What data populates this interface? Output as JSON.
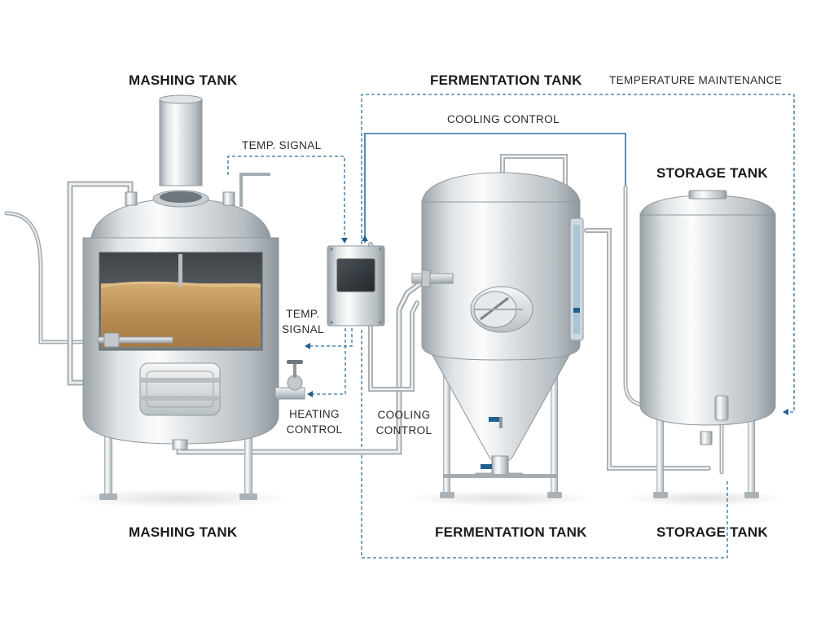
{
  "labels": {
    "mashing_top": "MASHING TANK",
    "fermentation_top": "FERMENTATION TANK",
    "storage_top": "STORAGE TANK",
    "mashing_bottom": "MASHING TANK",
    "fermentation_bottom": "FERMENTATION TANK",
    "storage_bottom": "STORAGE TANK",
    "temperature_maintenance": "TEMPERATURE MAINTENANCE",
    "cooling_control_top": "COOLING CONTROL",
    "temp_signal_top": "TEMP. SIGNAL",
    "temp_signal_left_1": "TEMP.",
    "temp_signal_left_2": "SIGNAL",
    "heating_control_1": "HEATING",
    "heating_control_2": "CONTROL",
    "cooling_control_mid_1": "COOLING",
    "cooling_control_mid_2": "CONTROL"
  },
  "colors": {
    "signal_line": "#2e6f9e",
    "steel_light": "#f2f4f5",
    "steel_mid": "#c3c9cd",
    "steel_dark": "#8d969c",
    "grain": "#b08a55",
    "arrow": "#1f5f91"
  }
}
